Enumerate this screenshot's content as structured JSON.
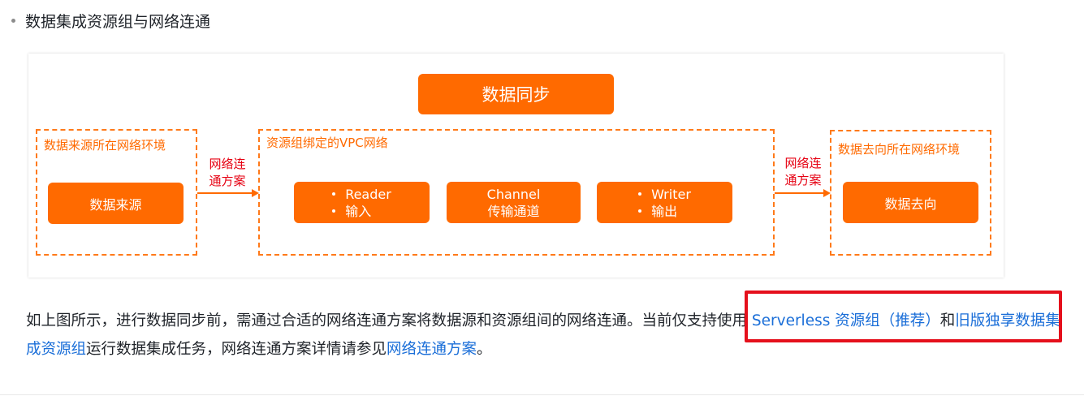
{
  "section": {
    "heading": "数据集成资源组与网络连通"
  },
  "diagram": {
    "top_box": "数据同步",
    "source_zone": {
      "title": "数据来源所在网络环境",
      "box": "数据来源"
    },
    "vpc_zone": {
      "title": "资源组绑定的VPC网络",
      "reader": [
        "Reader",
        "输入"
      ],
      "channel": [
        "Channel",
        "传输通道"
      ],
      "writer": [
        "Writer",
        "输出"
      ]
    },
    "target_zone": {
      "title": "数据去向所在网络环境",
      "box": "数据去向"
    },
    "left_network_label": [
      "网络连",
      "通方案"
    ],
    "right_network_label": [
      "网络连",
      "通方案"
    ]
  },
  "paragraph": {
    "text1": "如上图所示，进行数据同步前，需通过合适的网络连通方案将数据源和资源组间的网络连通。当前仅支持使用 ",
    "link1": "Serverless 资源组（推荐）",
    "text2": "和",
    "link2": "旧版独享数据集成资源组",
    "text3": "运行数据集成任务，网络连通方案详情请参见",
    "link3": "网络连通方案",
    "text4": "。"
  },
  "colors": {
    "accent_orange": "#ff6a00",
    "label_red": "#e60012",
    "highlight_red": "#e5101c",
    "link_blue": "#1a6ed8"
  }
}
